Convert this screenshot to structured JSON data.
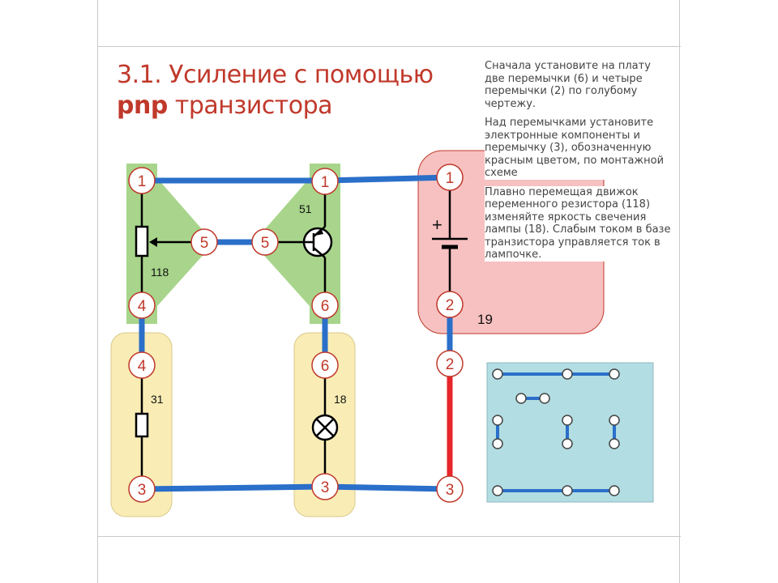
{
  "title": {
    "line1": "3.1. Усиление с помощью",
    "line2_bold": "pnp",
    "line2_rest": " транзистора"
  },
  "instructions": [
    "Сначала установите на плату две перемычки (6) и четыре перемычки (2) по голубому чертежу.",
    "Над перемычками установите электронные компоненты и перемычку (3), обозначенную красным цветом, по монтажной схеме",
    "Плавно перемещая движок переменного резистора (118) изменяйте яркость свечения лампы (18). Слабым током в базе транзистора управляется ток в лампочке."
  ],
  "diagram": {
    "nodes": {
      "var_res_top": "1",
      "var_res_bottom": "4",
      "var_res_wiper": "5",
      "transistor_emitter": "1",
      "transistor_base": "5",
      "transistor_collector": "6",
      "battery_plus": "1",
      "battery_minus": "2",
      "jumper_top": "2",
      "jumper_bottom": "3",
      "resistor_top": "4",
      "resistor_bottom": "3",
      "lamp_top": "6",
      "lamp_bottom": "3"
    },
    "labels": {
      "var_resistor": "118",
      "transistor": "51",
      "battery": "19",
      "resistor": "31",
      "lamp": "18",
      "battery_plus_sign": "+"
    },
    "colors": {
      "wire_blue": "#2a6fc9",
      "wire_red": "#e8262a",
      "node_border": "#c0392b",
      "green_block": "#a8d58b",
      "yellow_block": "#f9edb5",
      "pink_block": "#f7c1c1",
      "board_bg": "#b2dde3"
    }
  }
}
